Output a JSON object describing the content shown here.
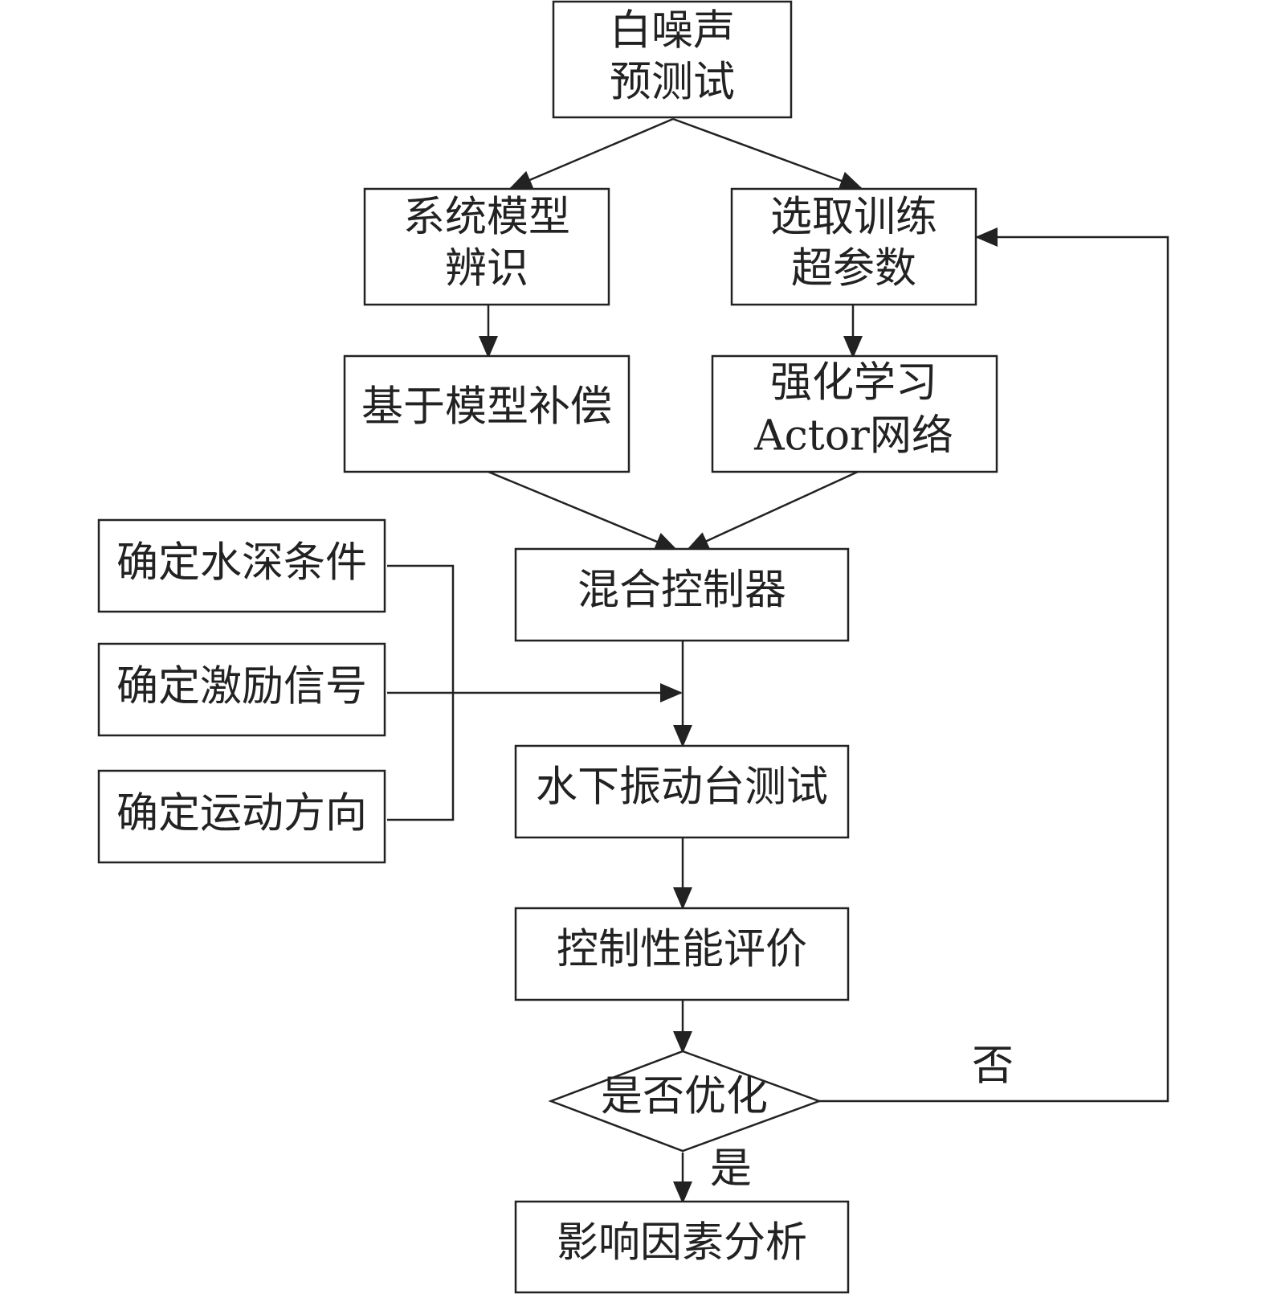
{
  "diagram": {
    "nodes": {
      "noise_pretest": {
        "line1": "白噪声",
        "line2": "预测试"
      },
      "system_id": {
        "line1": "系统模型",
        "line2": "辨识"
      },
      "hyperparams": {
        "line1": "选取训练",
        "line2": "超参数"
      },
      "model_comp": {
        "label": "基于模型补偿"
      },
      "rl_actor": {
        "line1": "强化学习",
        "line2": "Actor网络"
      },
      "water_depth": {
        "label": "确定水深条件"
      },
      "excitation": {
        "label": "确定激励信号"
      },
      "motion_dir": {
        "label": "确定运动方向"
      },
      "hybrid_ctrl": {
        "label": "混合控制器"
      },
      "shake_test": {
        "label": "水下振动台测试"
      },
      "perf_eval": {
        "label": "控制性能评价"
      },
      "optimize": {
        "label": "是否优化"
      },
      "factor_analysis": {
        "label": "影响因素分析"
      }
    },
    "edge_labels": {
      "no": "否",
      "yes": "是"
    }
  }
}
